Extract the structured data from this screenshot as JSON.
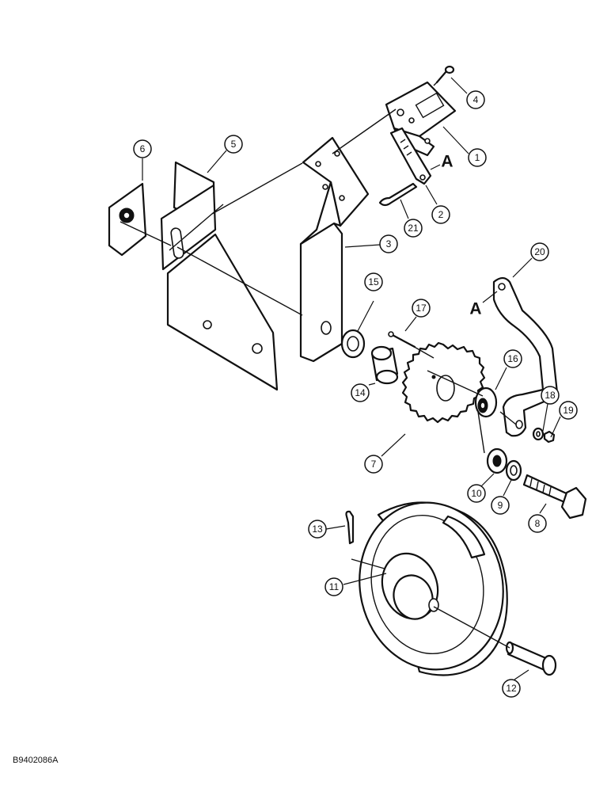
{
  "figure_id": "B9402086A",
  "ref_letters": [
    "A",
    "A"
  ],
  "callouts": [
    {
      "part": "1",
      "label": "1"
    },
    {
      "part": "2",
      "label": "2"
    },
    {
      "part": "3",
      "label": "3"
    },
    {
      "part": "4",
      "label": "4"
    },
    {
      "part": "5",
      "label": "5"
    },
    {
      "part": "6",
      "label": "6"
    },
    {
      "part": "7",
      "label": "7"
    },
    {
      "part": "8",
      "label": "8"
    },
    {
      "part": "9",
      "label": "9"
    },
    {
      "part": "10",
      "label": "10"
    },
    {
      "part": "11",
      "label": "11"
    },
    {
      "part": "12",
      "label": "12"
    },
    {
      "part": "13",
      "label": "13"
    },
    {
      "part": "14",
      "label": "14"
    },
    {
      "part": "15",
      "label": "15"
    },
    {
      "part": "16",
      "label": "16"
    },
    {
      "part": "17",
      "label": "17"
    },
    {
      "part": "18",
      "label": "18"
    },
    {
      "part": "19",
      "label": "19"
    },
    {
      "part": "20",
      "label": "20"
    },
    {
      "part": "21",
      "label": "21"
    }
  ]
}
